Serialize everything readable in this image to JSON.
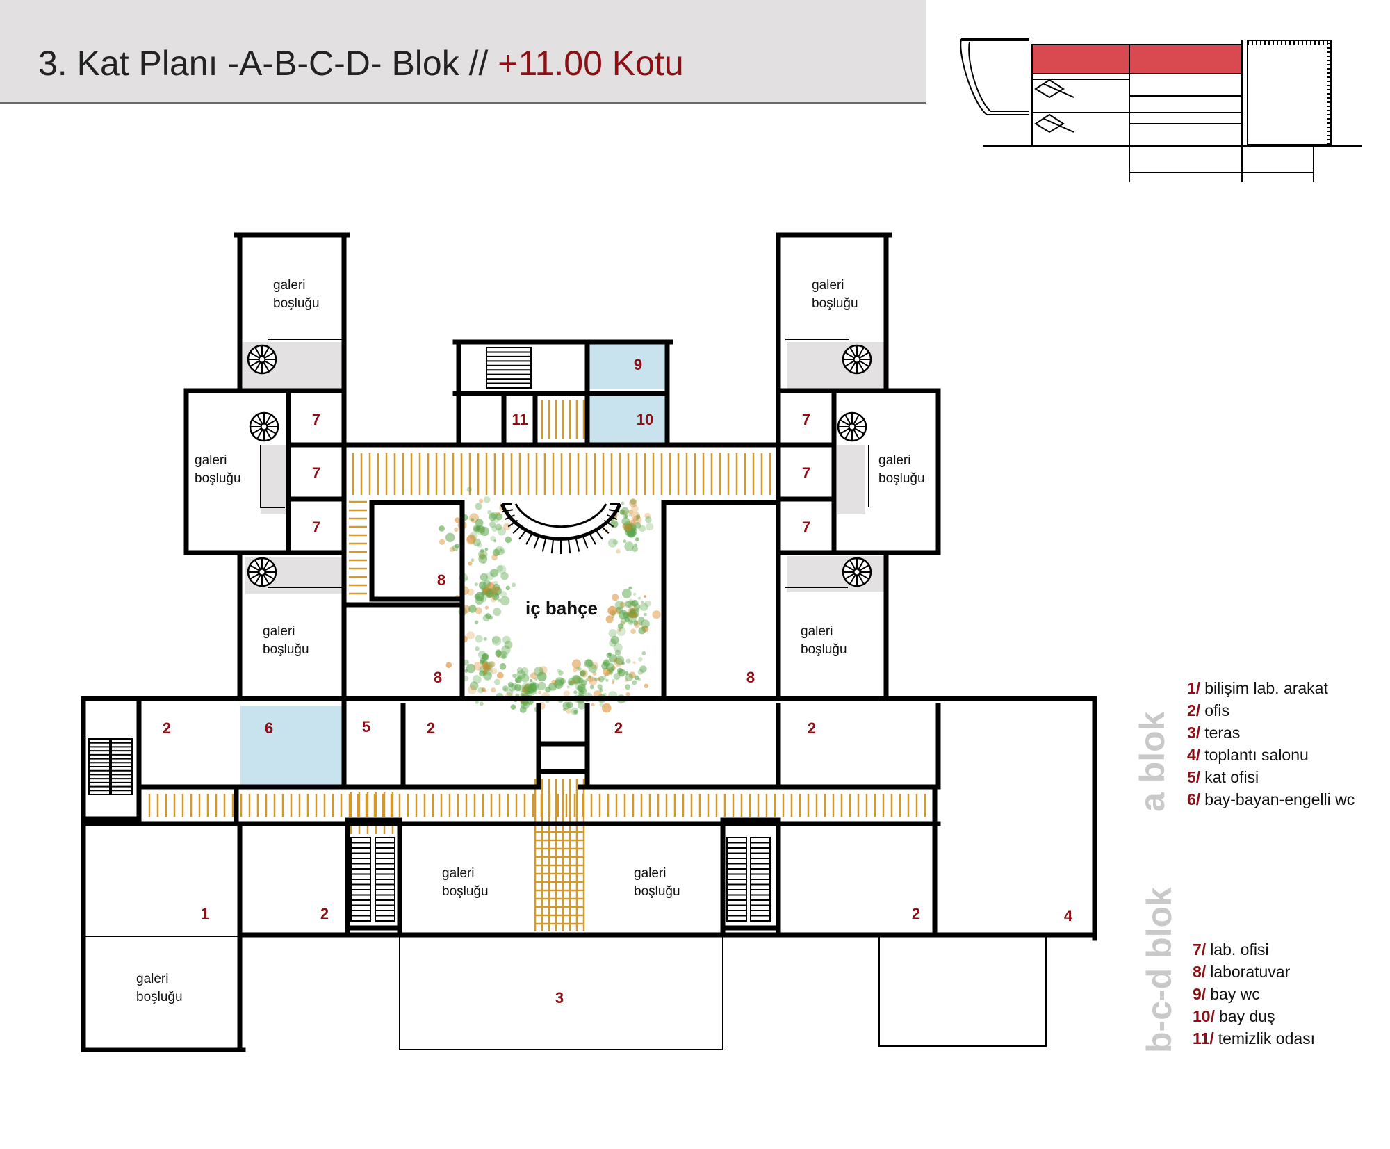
{
  "title": {
    "main": "3. Kat Planı -A-B-C-D- Blok //",
    "level": "+11.00 Kotu"
  },
  "colors": {
    "accent": "#8b0f14",
    "wet_room_fill": "#c9e3ee",
    "corridor_stripes": "#d39a2a",
    "gallery_fill": "#e3e1e2",
    "section_highlight": "#d94a50",
    "title_band": "#e2e0e1"
  },
  "courtyard": {
    "label": "iç bahçe"
  },
  "gallery_label": {
    "line1": "galeri",
    "line2": "boşluğu"
  },
  "rooms": [
    "7",
    "7",
    "7",
    "7",
    "7",
    "7",
    "8",
    "8",
    "8",
    "9",
    "10",
    "11",
    "2",
    "6",
    "5",
    "2",
    "2",
    "2",
    "1",
    "2",
    "2",
    "4",
    "3"
  ],
  "block_labels": {
    "a": "a blok",
    "bcd": "b-c-d blok"
  },
  "legend_a": [
    {
      "num": "1/",
      "text": "bilişim lab. arakat"
    },
    {
      "num": "2/",
      "text": "ofis"
    },
    {
      "num": "3/",
      "text": "teras"
    },
    {
      "num": "4/",
      "text": "toplantı salonu"
    },
    {
      "num": "5/",
      "text": "kat ofisi"
    },
    {
      "num": "6/",
      "text": "bay-bayan-engelli wc"
    }
  ],
  "legend_bcd": [
    {
      "num": "7/",
      "text": "lab. ofisi"
    },
    {
      "num": "8/",
      "text": "laboratuvar"
    },
    {
      "num": "9/",
      "text": "bay wc"
    },
    {
      "num": "10/",
      "text": "bay duş"
    },
    {
      "num": "11/",
      "text": "temizlik odası"
    }
  ],
  "section_thumbnail": {
    "highlighted_floor": "3"
  }
}
